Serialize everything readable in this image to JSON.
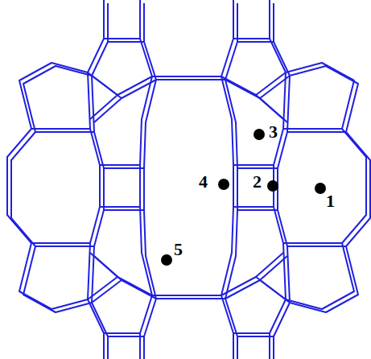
{
  "diagram": {
    "labels": [
      "3",
      "4",
      "2",
      "1",
      "5"
    ]
  }
}
